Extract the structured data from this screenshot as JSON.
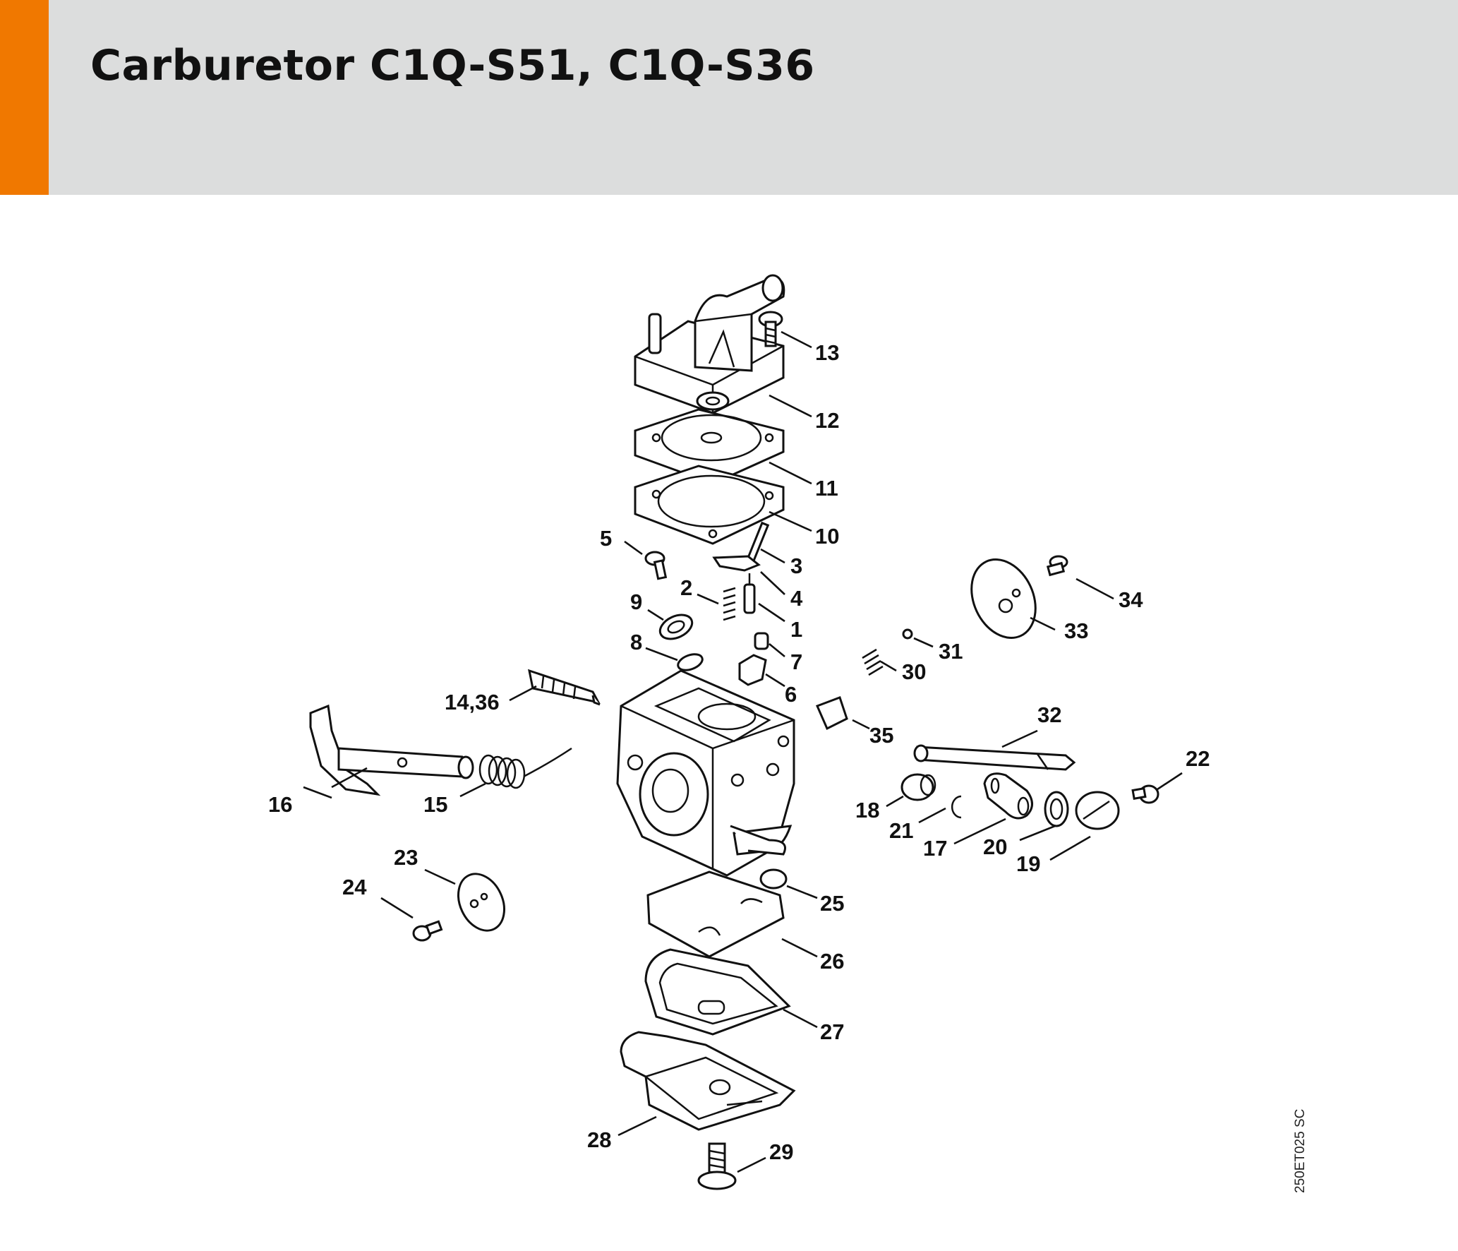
{
  "header": {
    "title": "Carburetor C1Q-S51, C1Q-S36",
    "accent_color": "#f07800",
    "band_color": "#dcdddd"
  },
  "diagram": {
    "figure_code": "250ET025 SC",
    "callouts": [
      {
        "id": "c1",
        "label": "1"
      },
      {
        "id": "c2",
        "label": "2"
      },
      {
        "id": "c3",
        "label": "3"
      },
      {
        "id": "c4",
        "label": "4"
      },
      {
        "id": "c5",
        "label": "5"
      },
      {
        "id": "c6",
        "label": "6"
      },
      {
        "id": "c7",
        "label": "7"
      },
      {
        "id": "c8",
        "label": "8"
      },
      {
        "id": "c9",
        "label": "9"
      },
      {
        "id": "c10",
        "label": "10"
      },
      {
        "id": "c11",
        "label": "11"
      },
      {
        "id": "c12",
        "label": "12"
      },
      {
        "id": "c13",
        "label": "13"
      },
      {
        "id": "c14",
        "label": "14,36"
      },
      {
        "id": "c15",
        "label": "15"
      },
      {
        "id": "c16",
        "label": "16"
      },
      {
        "id": "c17",
        "label": "17"
      },
      {
        "id": "c18",
        "label": "18"
      },
      {
        "id": "c19",
        "label": "19"
      },
      {
        "id": "c20",
        "label": "20"
      },
      {
        "id": "c21",
        "label": "21"
      },
      {
        "id": "c22",
        "label": "22"
      },
      {
        "id": "c23",
        "label": "23"
      },
      {
        "id": "c24",
        "label": "24"
      },
      {
        "id": "c25",
        "label": "25"
      },
      {
        "id": "c26",
        "label": "26"
      },
      {
        "id": "c27",
        "label": "27"
      },
      {
        "id": "c28",
        "label": "28"
      },
      {
        "id": "c29",
        "label": "29"
      },
      {
        "id": "c30",
        "label": "30"
      },
      {
        "id": "c31",
        "label": "31"
      },
      {
        "id": "c32",
        "label": "32"
      },
      {
        "id": "c33",
        "label": "33"
      },
      {
        "id": "c34",
        "label": "34"
      },
      {
        "id": "c35",
        "label": "35"
      }
    ]
  }
}
